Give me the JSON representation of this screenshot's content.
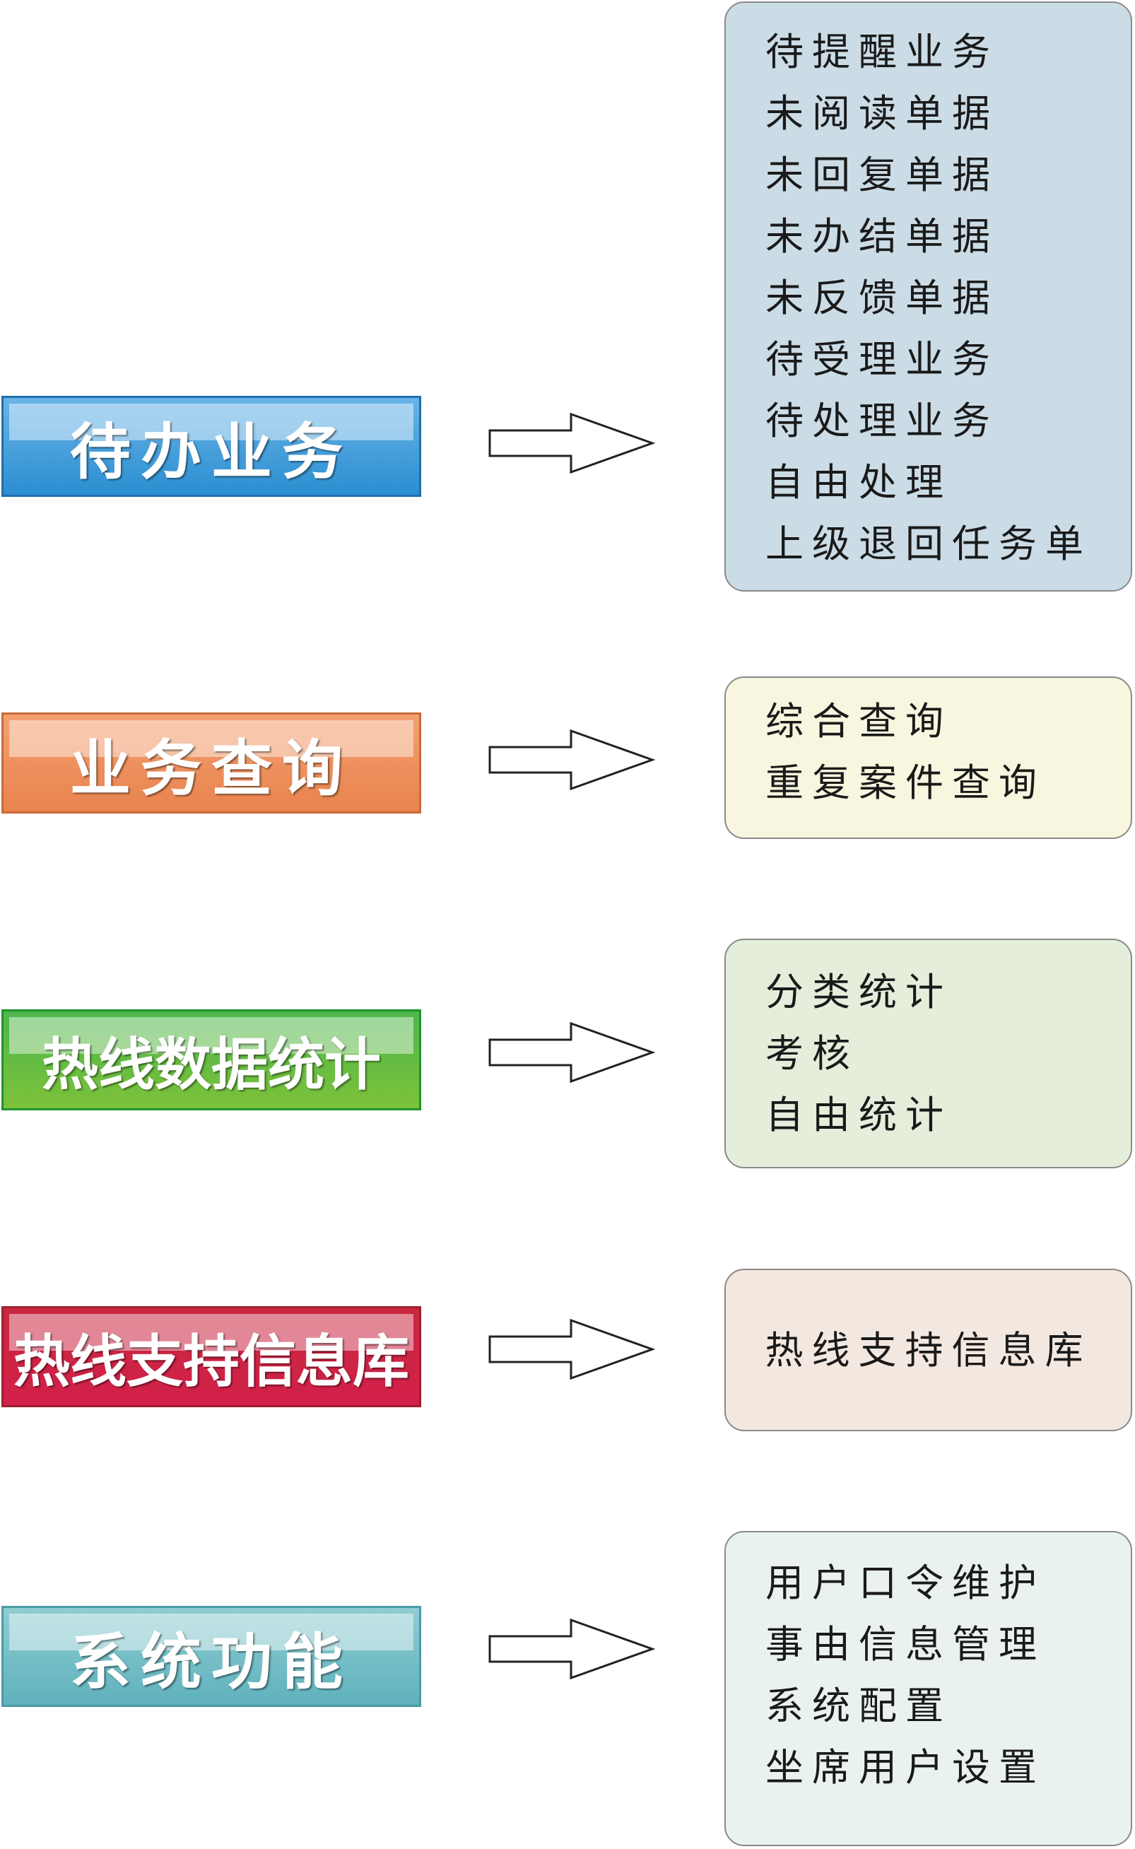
{
  "modules": [
    {
      "label": "待办业务",
      "color_top": "#69b4e8",
      "color_bottom": "#2b8ed0",
      "border": "#1f6fa8",
      "panel_bg": "#cbdce6",
      "items": [
        "待提醒业务",
        "未阅读单据",
        "未回复单据",
        "未办结单据",
        "未反馈单据",
        "待受理业务",
        "待处理业务",
        "自由处理",
        "上级退回任务单"
      ]
    },
    {
      "label": "业务查询",
      "color_top": "#f4a071",
      "color_bottom": "#e8834e",
      "border": "#c86a38",
      "panel_bg": "#f8f6df",
      "items": [
        "综合查询",
        "重复案件查询"
      ]
    },
    {
      "label": "热线数据统计",
      "color_top": "#4cb64c",
      "color_bottom": "#7dc23a",
      "border": "#22922f",
      "panel_bg": "#e4eedb",
      "items": [
        "分类统计",
        "考核",
        "自由统计"
      ]
    },
    {
      "label": "热线支持信息库",
      "color_top": "#c8283f",
      "color_bottom": "#d3204a",
      "border": "#9e1f30",
      "panel_bg": "#f3e8e0",
      "items": [
        "热线支持信息库"
      ]
    },
    {
      "label": "系统功能",
      "color_top": "#8fcdd2",
      "color_bottom": "#5fb1bd",
      "border": "#4b9aa6",
      "panel_bg": "#eaf2f1",
      "items": [
        "用户口令维护",
        "事由信息管理",
        "系统配置",
        "坐席用户设置"
      ]
    }
  ],
  "arrow_icon": "hollow-right-arrow-icon"
}
